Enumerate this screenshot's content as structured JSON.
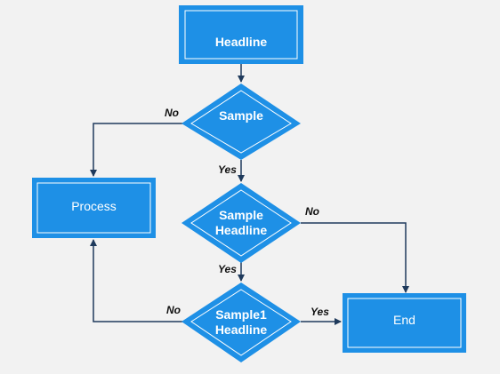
{
  "diagram": {
    "colors": {
      "shape_fill": "#1e90e6",
      "shape_border": "#ffffff",
      "connector": "#1f3a5c",
      "background": "#f2f2f2"
    },
    "nodes": {
      "headline": {
        "label": "Headline"
      },
      "decision1": {
        "label": "Sample"
      },
      "decision2": {
        "line1": "Sample",
        "line2": "Headline"
      },
      "decision3": {
        "line1": "Sample1",
        "line2": "Headline"
      },
      "process": {
        "label": "Process"
      },
      "end": {
        "label": "End"
      }
    },
    "edges": {
      "d1_no": "No",
      "d1_yes": "Yes",
      "d2_no": "No",
      "d2_yes": "Yes",
      "d3_no": "No",
      "d3_yes": "Yes"
    }
  }
}
